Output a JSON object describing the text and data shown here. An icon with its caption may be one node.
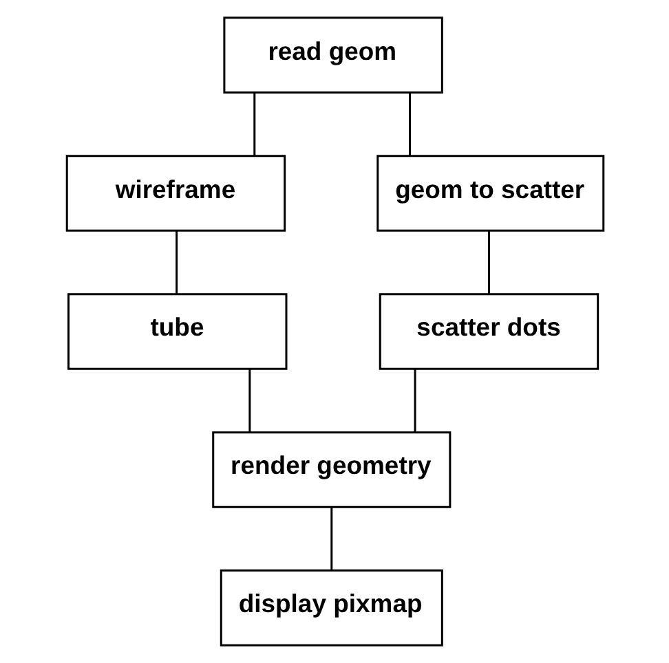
{
  "diagram": {
    "nodes": [
      {
        "text": [
          "read geom"
        ]
      },
      {
        "text": [
          "wireframe"
        ]
      },
      {
        "text": [
          "geom to scatter"
        ]
      },
      {
        "text": [
          "tube"
        ]
      },
      {
        "text": [
          "scatter dots"
        ]
      },
      {
        "text": [
          "render geometry"
        ]
      },
      {
        "text": [
          "display pixmap"
        ]
      }
    ],
    "edges": [
      {
        "from": 0,
        "to": 1,
        "arrow": "none"
      },
      {
        "from": 0,
        "to": 2,
        "arrow": "none"
      },
      {
        "from": 1,
        "to": 3,
        "arrow": "none"
      },
      {
        "from": 2,
        "to": 4,
        "arrow": "none"
      },
      {
        "from": 3,
        "to": 5,
        "arrow": "none"
      },
      {
        "from": 4,
        "to": 5,
        "arrow": "none"
      },
      {
        "from": 5,
        "to": 6,
        "arrow": "none"
      }
    ]
  }
}
